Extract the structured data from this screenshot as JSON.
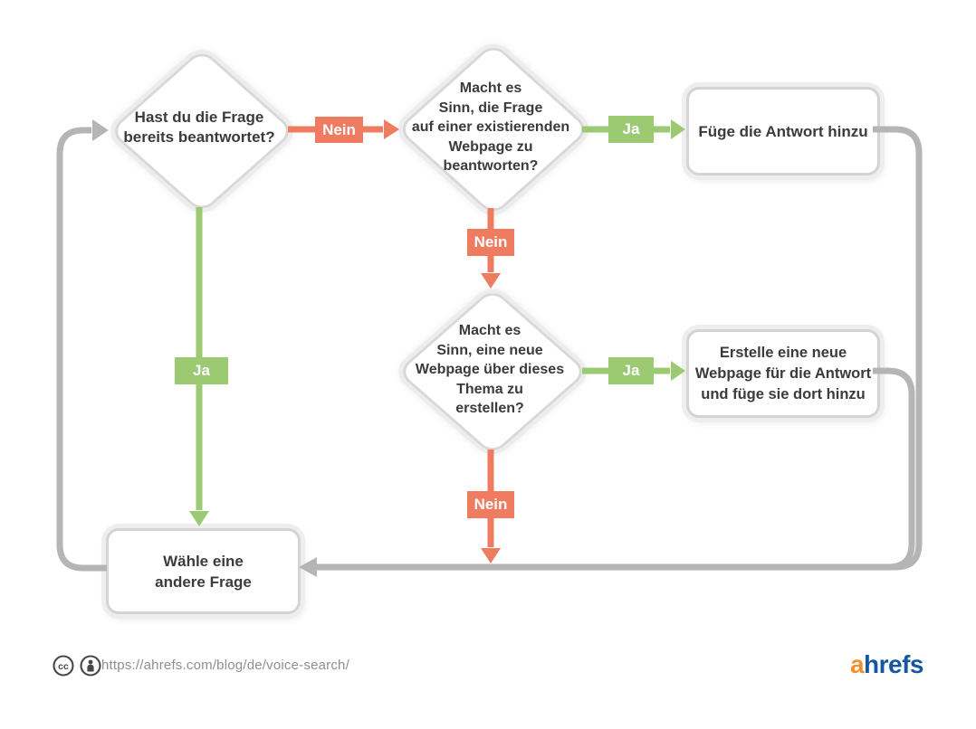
{
  "flowchart": {
    "diamond_answered": {
      "lines": [
        "Hast du die Frage",
        "bereits beantwortet?"
      ]
    },
    "diamond_existing_page": {
      "lines": [
        "Macht es",
        "Sinn, die Frage",
        "auf einer existierenden",
        "Webpage zu",
        "beantworten?"
      ]
    },
    "diamond_new_page": {
      "lines": [
        "Macht es",
        "Sinn, eine neue",
        "Webpage über dieses",
        "Thema zu",
        "erstellen?"
      ]
    },
    "box_add_answer": {
      "lines": [
        "Füge die Antwort hinzu"
      ]
    },
    "box_create_page": {
      "lines": [
        "Erstelle eine neue",
        "Webpage für die Antwort",
        "und füge sie dort hinzu"
      ]
    },
    "box_choose_question": {
      "lines": [
        "Wähle eine",
        "andere Frage"
      ]
    },
    "labels": {
      "yes": "Ja",
      "no": "Nein"
    },
    "colors": {
      "no_edge": "#EF7B61",
      "yes_edge": "#9BCA73",
      "loop_edge": "#B5B5B5",
      "node_border": "#D8D8D8",
      "text": "#3B3B3B"
    }
  },
  "footer": {
    "cc_text": "cc",
    "url": "https://ahrefs.com/blog/de/voice-search/",
    "logo": {
      "first_letter": "a",
      "rest": "hrefs",
      "color_first": "#F88E2D",
      "color_rest": "#15579F"
    }
  }
}
